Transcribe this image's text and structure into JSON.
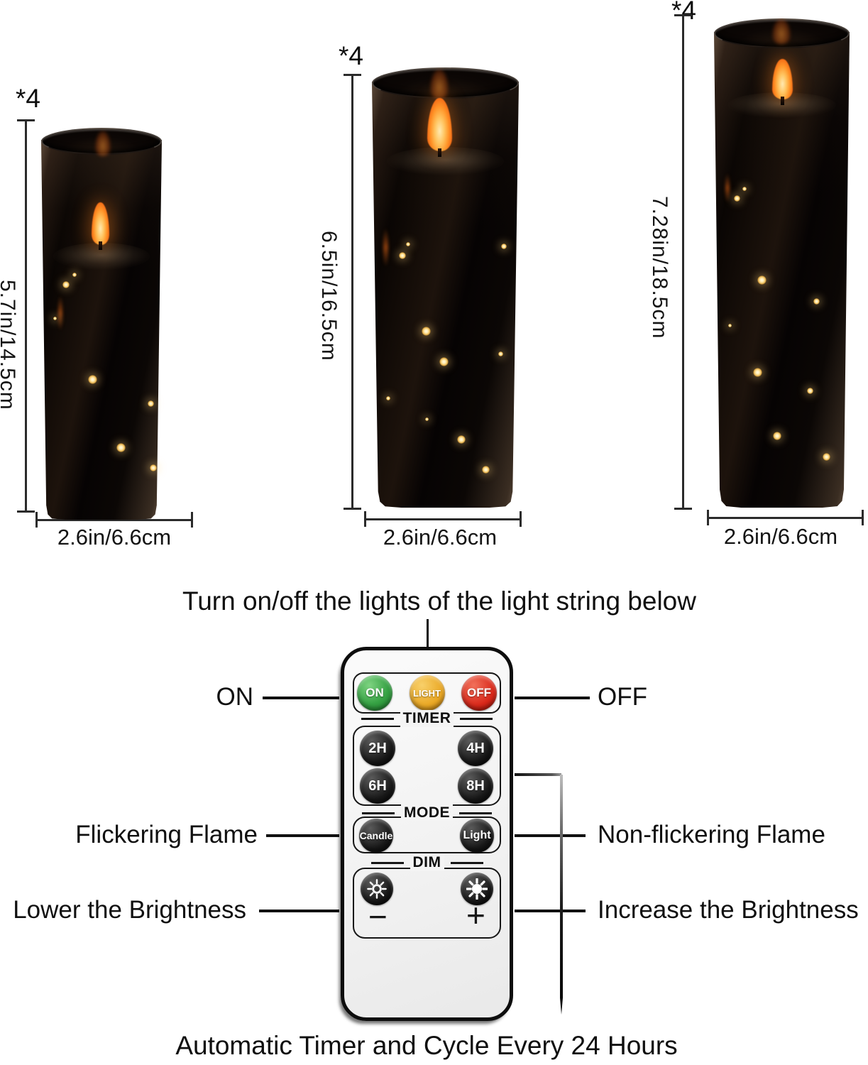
{
  "candles": [
    {
      "quantity_label": "*4",
      "height_label": "5.7in/14.5cm",
      "width_label": "2.6in/6.6cm"
    },
    {
      "quantity_label": "*4",
      "height_label": "6.5in/16.5cm",
      "width_label": "2.6in/6.6cm"
    },
    {
      "quantity_label": "*4",
      "height_label": "7.28in/18.5cm",
      "width_label": "2.6in/6.6cm"
    }
  ],
  "remote": {
    "callout": "Turn on/off the lights of the light string below",
    "power": {
      "on": "ON",
      "light": "LIGHT",
      "off": "OFF"
    },
    "timer": {
      "label": "TIMER",
      "buttons": [
        "2H",
        "4H",
        "6H",
        "8H"
      ]
    },
    "mode": {
      "label": "MODE",
      "buttons": [
        "Candle",
        "Light"
      ]
    },
    "dim": {
      "label": "DIM",
      "minus": "−",
      "plus": "+"
    }
  },
  "annotations": {
    "on": "ON",
    "off": "OFF",
    "flickering": "Flickering Flame",
    "non_flickering": "Non-flickering Flame",
    "lower": "Lower the Brightness",
    "increase": "Increase the Brightness",
    "bottom": "Automatic Timer and Cycle Every 24 Hours"
  },
  "colors": {
    "on_button": "#3aa345",
    "light_button": "#eeb033",
    "off_button": "#dd3226",
    "black_button": "#121212",
    "flame": "#ff8c28",
    "led_glow": "#ffd98c",
    "remote_body": "#f4f4f4"
  },
  "icons": {
    "dim_down": "sun-dim-icon",
    "dim_up": "sun-bright-icon"
  }
}
